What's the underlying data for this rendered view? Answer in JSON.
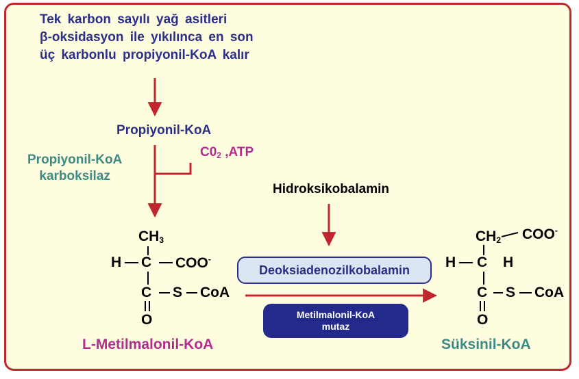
{
  "intro": {
    "line1": "Tek karbon sayılı yağ asitleri",
    "line2": "β-oksidasyon ile yıkılınca en son",
    "line3": "üç karbonlu propiyonil-KoA kalır"
  },
  "propiyonil": "Propiyonil-KoA",
  "enzyme1": {
    "line1": "Propiyonil-KoA",
    "line2": "karboksilaz"
  },
  "cofactor": {
    "c": "C0",
    "sub": "2",
    "rest": " ,ATP"
  },
  "hydroxy": "Hidroksikobalamin",
  "coenzyme": "Deoksiadenozilkobalamin",
  "enzyme2": {
    "line1": "Metilmalonil-KoA",
    "line2": "mutaz"
  },
  "left_molecule": {
    "ch3": "CH",
    "ch3_sub": "3",
    "h": "H",
    "c_center": "C",
    "coo": "COO",
    "coo_sup": "-",
    "c_lower": "C",
    "s": "S",
    "coa": "CoA",
    "o": "O",
    "name": "L-Metilmalonil-KoA"
  },
  "right_molecule": {
    "ch2": "CH",
    "ch2_sub": "2",
    "coo": "COO",
    "coo_sup": "-",
    "h_left": "H",
    "c_center": "C",
    "h_right": "H",
    "c_lower": "C",
    "s": "S",
    "coa": "CoA",
    "o": "O",
    "name": "Süksinil-KoA"
  },
  "colors": {
    "border": "#c0272d",
    "background": "#fffddf",
    "navy": "#2b2f86",
    "teal": "#3c8a83",
    "magenta": "#b32b8f",
    "arrow": "#c0272d"
  }
}
